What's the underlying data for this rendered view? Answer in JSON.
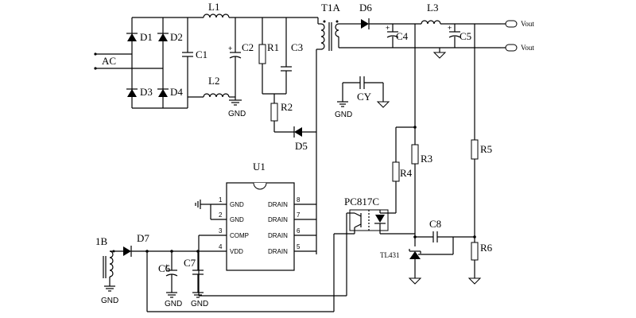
{
  "labels": {
    "ac": "AC",
    "d1": "D1",
    "d2": "D2",
    "d3": "D3",
    "d4": "D4",
    "c1": "C1",
    "c2": "C2",
    "l1": "L1",
    "l2": "L2",
    "gnd_top": "GND",
    "r1": "R1",
    "c3": "C3",
    "r2": "R2",
    "t1a": "T1A",
    "d5": "D5",
    "d6": "D6",
    "d7": "D7",
    "c4": "C4",
    "l3": "L3",
    "c5": "C5",
    "vout1": "Vout",
    "vout2": "Vout",
    "cy": "CY",
    "gnd_cy": "GND",
    "r3": "R3",
    "r4": "R4",
    "r5": "R5",
    "r6": "R6",
    "u1": "U1",
    "pc817c": "PC817C",
    "c8": "C8",
    "tl431": "TL431",
    "b1": "1B",
    "c6": "C6",
    "c7": "C7",
    "gnd_b": "GND",
    "gnd_c6": "GND",
    "gnd_c7": "GND"
  },
  "u1": {
    "pins_left": [
      {
        "num": "1",
        "name": "GND"
      },
      {
        "num": "2",
        "name": "GND"
      },
      {
        "num": "3",
        "name": "COMP"
      },
      {
        "num": "4",
        "name": "VDD"
      }
    ],
    "pins_right": [
      {
        "num": "8",
        "name": "DRAIN"
      },
      {
        "num": "7",
        "name": "DRAIN"
      },
      {
        "num": "6",
        "name": "DRAIN"
      },
      {
        "num": "5",
        "name": "DRAIN"
      }
    ]
  }
}
